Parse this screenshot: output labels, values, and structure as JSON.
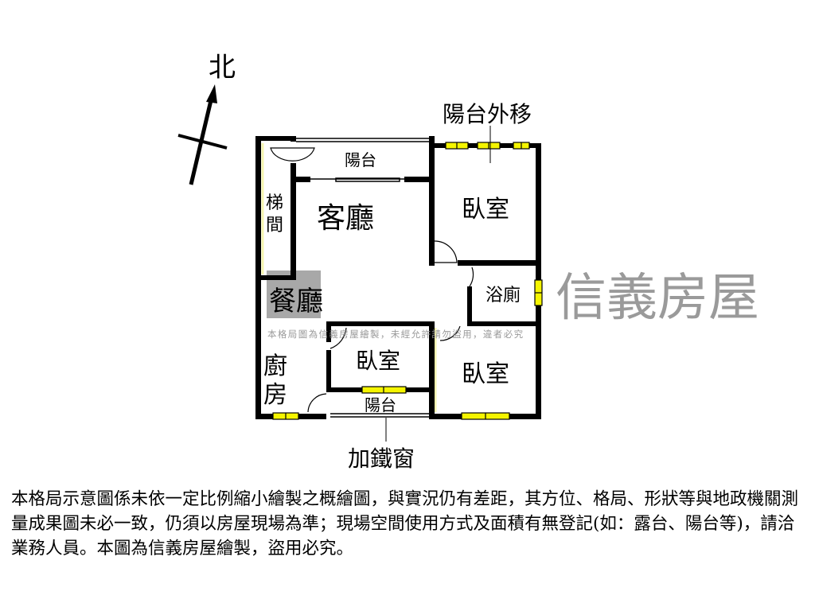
{
  "compass": {
    "north_label": "北"
  },
  "rooms": {
    "balcony_top": "陽台",
    "living_room": "客廳",
    "bedroom_ne": "臥室",
    "stairwell": "梯",
    "stairwell_2": "間",
    "dining_room": "餐廳",
    "bathroom": "浴廁",
    "bedroom_center": "臥室",
    "bedroom_se": "臥室",
    "kitchen": "廚",
    "kitchen_2": "房",
    "balcony_bottom": "陽台"
  },
  "annotations": {
    "balcony_moved_out": "陽台外移",
    "iron_window_added": "加鐵窗"
  },
  "watermark": {
    "brand": "信義房屋",
    "notice": "本格局圖為信義房屋繪製，未經允許請勿盜用，違者必究"
  },
  "colors": {
    "wall": "#000000",
    "window": "#f5f500",
    "watermark": "#9a9a9a"
  },
  "caption": "本格局示意圖係未依一定比例縮小繪製之概繪圖，與實況仍有差距，其方位、格局、形狀等與地政機關測量成果圖未必一致，仍須以房屋現場為準；現場空間使用方式及面積有無登記(如：露台、陽台等)，請洽業務人員。本圖為信義房屋繪製，盜用必究。"
}
